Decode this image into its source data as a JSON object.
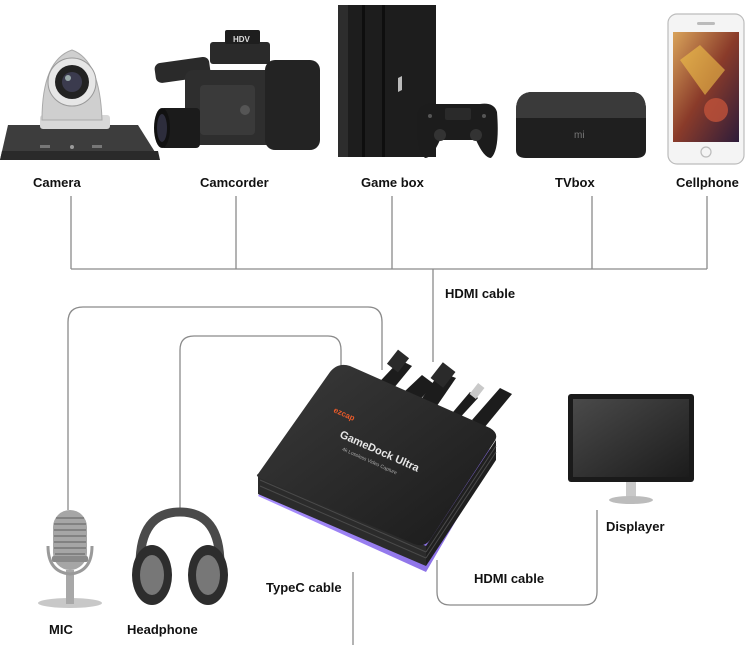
{
  "devices": {
    "camera": "Camera",
    "camcorder": "Camcorder",
    "game_box": "Game box",
    "tvbox": "TVbox",
    "cellphone": "Cellphone",
    "mic": "MIC",
    "headphone": "Headphone",
    "displayer": "Displayer"
  },
  "cables": {
    "hdmi_in": "HDMI cable",
    "hdmi_out": "HDMI cable",
    "typec": "TypeC cable"
  },
  "product": {
    "brand": "ezcap",
    "name": "GameDock Ultra",
    "subtitle": "4k Lossless Video Capture",
    "camcorder_badge": "HDV",
    "tvbox_badge": "mi"
  }
}
